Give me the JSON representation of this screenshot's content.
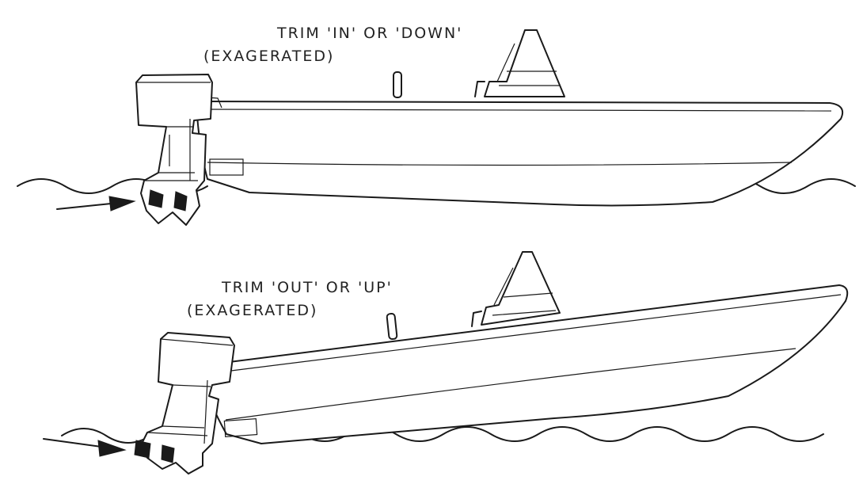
{
  "diagram": {
    "top": {
      "caption_line1": "TRIM 'IN' OR 'DOWN'",
      "caption_line2": "(EXAGERATED)"
    },
    "bottom": {
      "caption_line1": "TRIM 'OUT' OR 'UP'",
      "caption_line2": "(EXAGERATED)"
    }
  }
}
